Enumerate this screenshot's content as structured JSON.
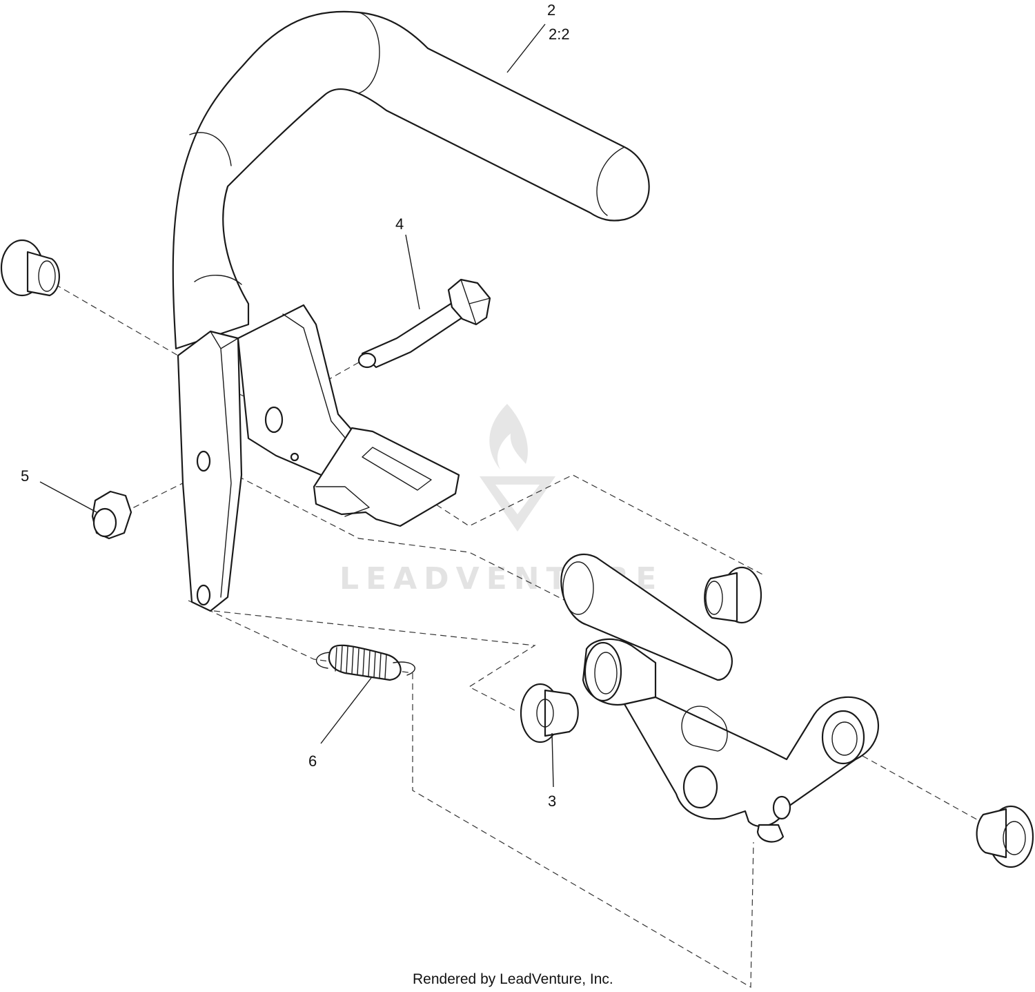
{
  "callouts": {
    "handle": "2",
    "handle_sub": "2:2",
    "bolt": "4",
    "nut": "5",
    "bushing": "3",
    "spring": "6"
  },
  "watermark": {
    "text": "LEADVENTURE"
  },
  "footer": {
    "credit": "Rendered by LeadVenture, Inc."
  }
}
